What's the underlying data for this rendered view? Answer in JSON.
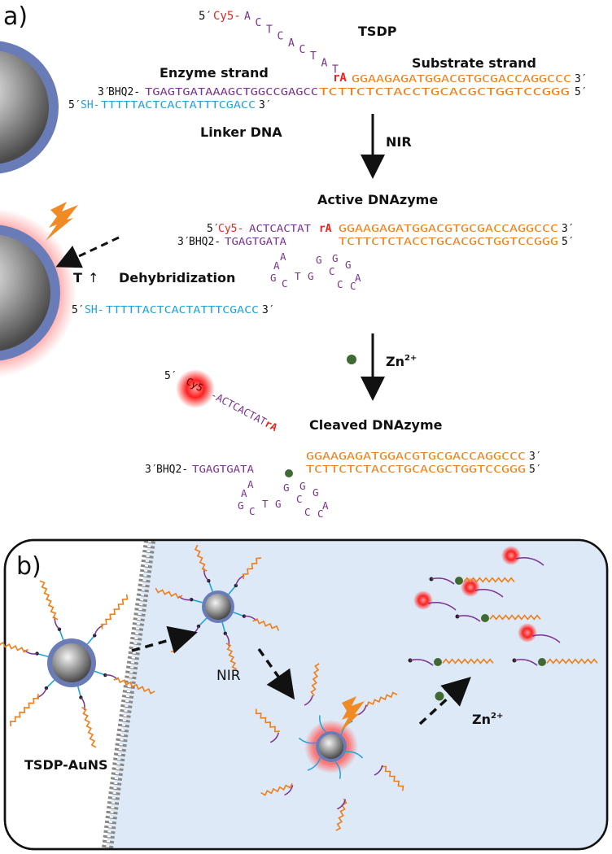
{
  "panel_a": {
    "label": "a)",
    "tsdp": "TSDP",
    "enzyme_strand": "Enzyme strand",
    "substrate_strand": "Substrate strand",
    "linker_dna": "Linker DNA",
    "nir": "NIR",
    "active_dnazyme": "Active DNAzyme",
    "dehybridization": "Dehybridization",
    "temp_label": "T",
    "temp_arrow": "↑",
    "zn": "Zn",
    "zn_charge": "2+",
    "cleaved_dnazyme": "Cleaved DNAzyme",
    "prime5": "5′",
    "prime3": "3′",
    "cy5": "Cy5-",
    "cy5_glow": "Cy5",
    "bhq2": "BHQ2-",
    "ra": "rA",
    "ra_sep": " rA",
    "sh": "SH-",
    "seq_cy5_arm": [
      "A",
      "C",
      "T",
      "C",
      "A",
      "C",
      "T",
      "A",
      "T"
    ],
    "seq_cy5_straight": "ACTCACTAT",
    "seq_substrate_top": "GGAAGAGATGGACGTGCGACCAGGCCC",
    "seq_enzyme_full": "TGAGTGATAAAGCTGGCCGAGCC",
    "seq_enzyme_bottom": "TCTTCTCTACCTGCACGCTGGTCCGGG",
    "seq_linker": "TTTTTACTCACTATTTCGACC",
    "seq_bhq_arm": "TGAGTGATA",
    "loop_left": [
      "A",
      "A",
      "G",
      "C"
    ],
    "loop_right": [
      "T",
      "G",
      "G",
      "C",
      "C",
      "C",
      "G",
      "G",
      "A"
    ]
  },
  "panel_b": {
    "label": "b)",
    "nir": "NIR",
    "zn": "Zn",
    "zn_charge": "2+",
    "probe_label": "TSDP-AuNS"
  },
  "colors": {
    "cy5": "#e8241f",
    "enzyme": "#7a3190",
    "substrate": "#ef7d16",
    "linker": "#1fa3dc",
    "black": "#111111",
    "particle_shell": "#6a7cb8",
    "glow": "#ff5a5a",
    "cell_fill": "#dde9f6",
    "zinc": "#3f6b33",
    "lightning": "#f08a24"
  }
}
